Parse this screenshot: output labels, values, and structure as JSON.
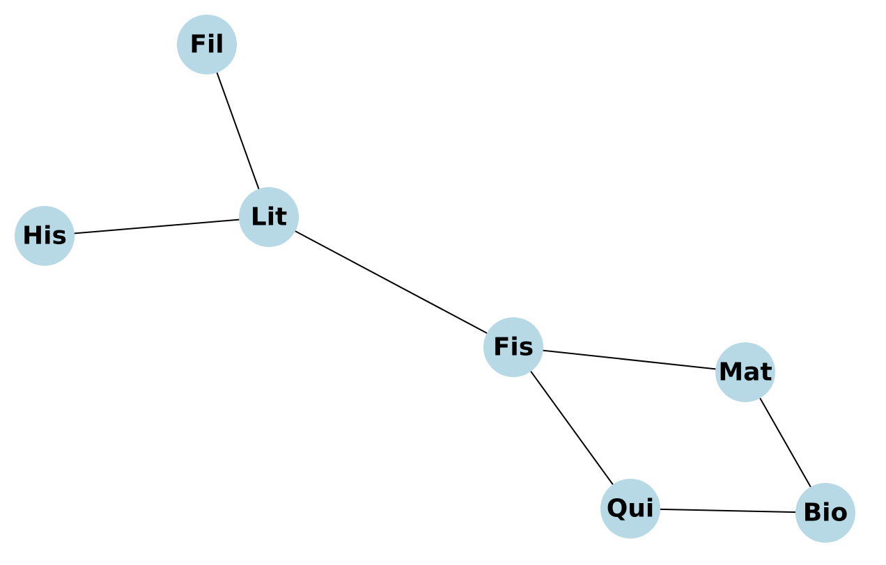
{
  "graph": {
    "node_color": "#b7d8e5",
    "edge_color": "#000000",
    "nodes": [
      {
        "id": "fil",
        "label": "Fil"
      },
      {
        "id": "lit",
        "label": "Lit"
      },
      {
        "id": "his",
        "label": "His"
      },
      {
        "id": "fis",
        "label": "Fis"
      },
      {
        "id": "mat",
        "label": "Mat"
      },
      {
        "id": "qui",
        "label": "Qui"
      },
      {
        "id": "bio",
        "label": "Bio"
      }
    ],
    "edges": [
      {
        "from": "fil",
        "to": "lit"
      },
      {
        "from": "his",
        "to": "lit"
      },
      {
        "from": "lit",
        "to": "fis"
      },
      {
        "from": "fis",
        "to": "mat"
      },
      {
        "from": "fis",
        "to": "qui"
      },
      {
        "from": "mat",
        "to": "bio"
      },
      {
        "from": "qui",
        "to": "bio"
      }
    ]
  }
}
